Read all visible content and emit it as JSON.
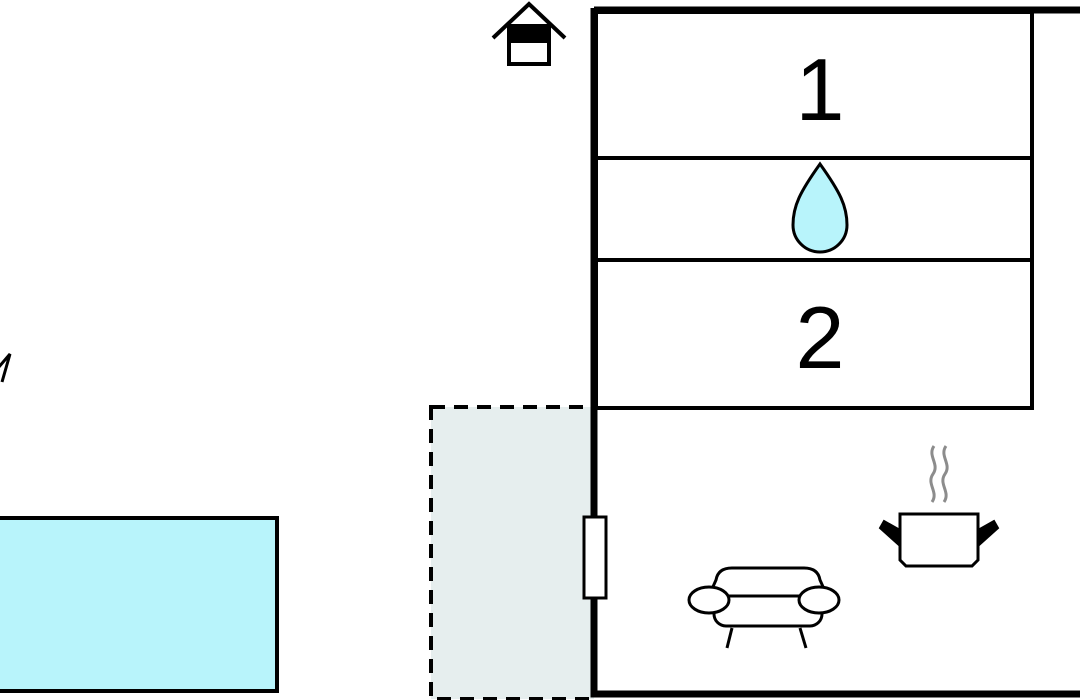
{
  "floorplan": {
    "rooms": [
      {
        "type": "bedroom",
        "label": "1"
      },
      {
        "type": "bathroom",
        "icon": "water-drop-icon",
        "label": ""
      },
      {
        "type": "bedroom",
        "label": "2"
      },
      {
        "type": "living-area",
        "icons": [
          "cooking-pot-icon",
          "armchair-icon"
        ]
      }
    ],
    "icons": {
      "entrance": "house-entrance-icon",
      "bathroom": "water-drop-icon",
      "kitchen": "cooking-pot-icon",
      "living": "armchair-icon"
    },
    "outdoor": {
      "terrace": "covered-terrace",
      "pool": "swimming-pool"
    },
    "colors": {
      "wall": "#000000",
      "pool": "#b8f4fb",
      "terrace": "#e6eeee",
      "water_drop": "#b8f4fb",
      "steam": "#8c8c8c"
    }
  }
}
